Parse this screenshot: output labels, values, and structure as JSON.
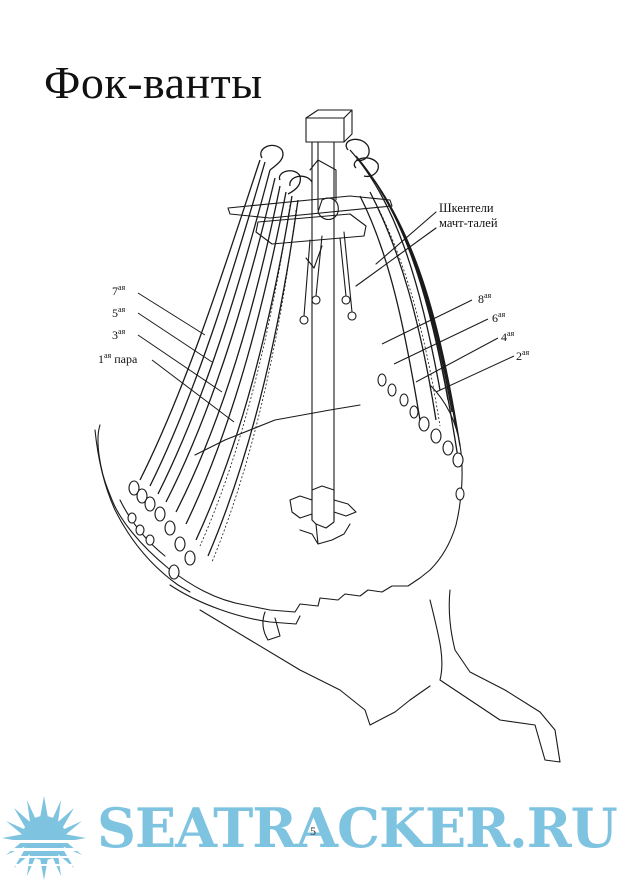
{
  "title": "Фок-ванты",
  "callout": {
    "line1": "Шкентели",
    "line2": "мачт-талей"
  },
  "left_labels": [
    {
      "num": "7",
      "suffix": "ая",
      "text": ""
    },
    {
      "num": "5",
      "suffix": "ая",
      "text": ""
    },
    {
      "num": "3",
      "suffix": "ая",
      "text": ""
    },
    {
      "num": "1",
      "suffix": "ая",
      "text": " пара"
    }
  ],
  "right_labels": [
    {
      "num": "8",
      "suffix": "ая"
    },
    {
      "num": "6",
      "suffix": "ая"
    },
    {
      "num": "4",
      "suffix": "ая"
    },
    {
      "num": "2",
      "suffix": "ая"
    }
  ],
  "page_number": "5",
  "brand": {
    "text": "SEATRACKER.RU",
    "color": "#7ec3df"
  }
}
